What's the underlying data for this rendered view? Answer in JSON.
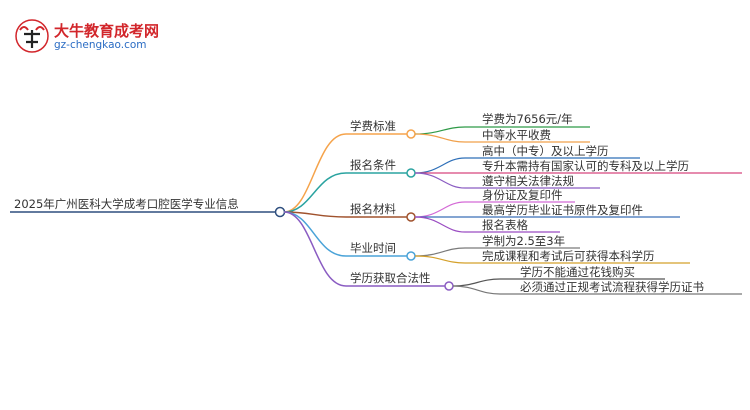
{
  "logo": {
    "title": "大牛教育成考网",
    "url": "gz-chengkao.com"
  },
  "root": {
    "label": "2025年广州医科大学成考口腔医学专业信息"
  },
  "branches": [
    {
      "label": "学费标准",
      "color": "#f5a34b",
      "children": [
        "学费为7656元/年",
        "中等水平收费"
      ]
    },
    {
      "label": "报名条件",
      "color": "#2aa3a0",
      "children": [
        "高中（中专）及以上学历",
        "专升本需持有国家认可的专科及以上学历",
        "遵守相关法律法规"
      ]
    },
    {
      "label": "报名材料",
      "color": "#a0522d",
      "children": [
        "身份证及复印件",
        "最高学历毕业证书原件及复印件",
        "报名表格"
      ]
    },
    {
      "label": "毕业时间",
      "color": "#4aa3d8",
      "children": [
        "学制为2.5至3年",
        "完成课程和考试后可获得本科学历"
      ]
    },
    {
      "label": "学历获取合法性",
      "color": "#8a5cc2",
      "children": [
        "学历不能通过花钱购买",
        "必须通过正规考试流程获得学历证书"
      ]
    }
  ],
  "leaf_colors": [
    "#2e9a47",
    "#f0a04b",
    "#2e6fb8",
    "#d8467e",
    "#8a5cc2",
    "#d46ad6",
    "#3a6fb8",
    "#9a4cc2",
    "#7a7a7a",
    "#d4a02a",
    "#555555",
    "#777777"
  ]
}
